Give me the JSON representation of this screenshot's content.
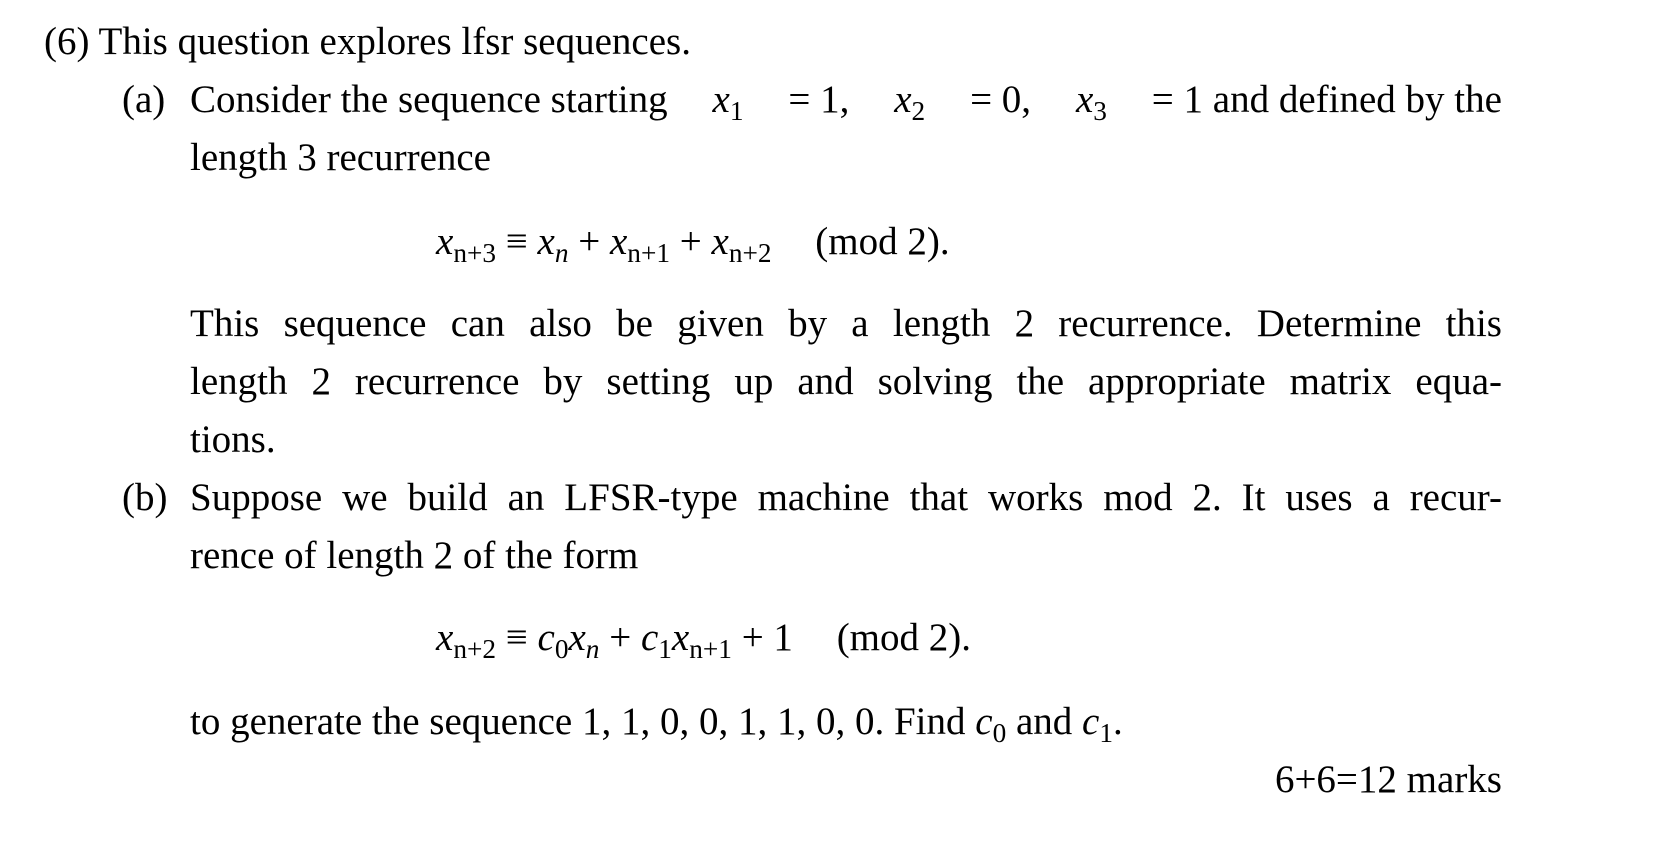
{
  "question": {
    "intro": "(6) This question explores lfsr sequences."
  },
  "part_a": {
    "label": "(a)",
    "line1_text": "Consider the sequence starting",
    "line1_x1": "x",
    "line1_x1_sub": "1",
    "line1_v1": "= 1,",
    "line1_x2": "x",
    "line1_x2_sub": "2",
    "line1_v2": "= 0,",
    "line1_x3": "x",
    "line1_x3_sub": "3",
    "line1_v3": "= 1 and defined by the",
    "line2": "length 3 recurrence",
    "eq_lhs": "x",
    "eq_lhs_sub": "n+3",
    "eq_equiv": "≡",
    "eq_t1": "x",
    "eq_t1_sub": "n",
    "eq_plus1": "+",
    "eq_t2": "x",
    "eq_t2_sub": "n+1",
    "eq_plus2": "+",
    "eq_t3": "x",
    "eq_t3_sub": "n+2",
    "eq_mod": "(mod 2).",
    "para_line1": "This sequence can also be given by a length 2 recurrence. Determine this",
    "para_line2": "length 2 recurrence by setting up and solving the appropriate matrix equa-",
    "para_line3": "tions."
  },
  "part_b": {
    "label": "(b)",
    "line1": "Suppose we build an LFSR-type machine that works mod 2. It uses a recur-",
    "line2": "rence of length 2 of the form",
    "eq_lhs": "x",
    "eq_lhs_sub": "n+2",
    "eq_equiv": "≡",
    "eq_c0": "c",
    "eq_c0_sub": "0",
    "eq_x1": "x",
    "eq_x1_sub": "n",
    "eq_plus1": "+",
    "eq_c1": "c",
    "eq_c1_sub": "1",
    "eq_x2": "x",
    "eq_x2_sub": "n+1",
    "eq_plus2": "+ 1",
    "eq_mod": "(mod 2).",
    "last_text1": "to generate the sequence 1, 1, 0, 0, 1, 1, 0, 0. Find",
    "last_c0": "c",
    "last_c0_sub": "0",
    "last_and": "and",
    "last_c1": "c",
    "last_c1_sub": "1",
    "last_end": "."
  },
  "marks": "6+6=12 marks"
}
